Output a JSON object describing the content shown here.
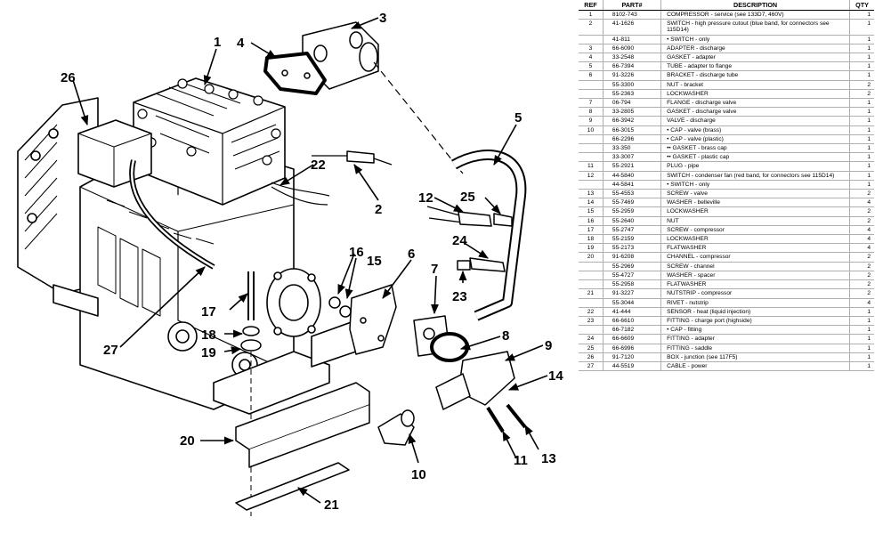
{
  "table": {
    "headers": {
      "ref": "REF",
      "part": "PART#",
      "desc": "DESCRIPTION",
      "qty": "QTY"
    },
    "rows": [
      {
        "ref": "1",
        "part": "8102-743",
        "desc": "COMPRESSOR - service (see 133D7, 460V)",
        "qty": "1"
      },
      {
        "ref": "2",
        "part": "41-1626",
        "desc": "SWITCH - high pressure cutout (blue band, for connectors see 115D14)",
        "qty": "1"
      },
      {
        "ref": "",
        "part": "41-811",
        "desc": "• SWITCH - only",
        "qty": "1"
      },
      {
        "ref": "3",
        "part": "66-6090",
        "desc": "ADAPTER - discharge",
        "qty": "1"
      },
      {
        "ref": "4",
        "part": "33-2548",
        "desc": "GASKET - adapter",
        "qty": "1"
      },
      {
        "ref": "5",
        "part": "66-7394",
        "desc": "TUBE - adapter to flange",
        "qty": "1"
      },
      {
        "ref": "6",
        "part": "91-3226",
        "desc": "BRACKET - discharge tube",
        "qty": "1"
      },
      {
        "ref": "",
        "part": "55-3300",
        "desc": "NUT - bracket",
        "qty": "2"
      },
      {
        "ref": "",
        "part": "55-2363",
        "desc": "LOCKWASHER",
        "qty": "2"
      },
      {
        "ref": "7",
        "part": "06-794",
        "desc": "FLANGE - discharge valve",
        "qty": "1"
      },
      {
        "ref": "8",
        "part": "33-2805",
        "desc": "GASKET - discharge valve",
        "qty": "1"
      },
      {
        "ref": "9",
        "part": "66-3942",
        "desc": "VALVE - discharge",
        "qty": "1"
      },
      {
        "ref": "10",
        "part": "66-3015",
        "desc": "• CAP - valve (brass)",
        "qty": "1"
      },
      {
        "ref": "",
        "part": "66-2296",
        "desc": "• CAP - valve (plastic)",
        "qty": "1"
      },
      {
        "ref": "",
        "part": "33-350",
        "desc": "•• GASKET - brass cap",
        "qty": "1"
      },
      {
        "ref": "",
        "part": "33-3007",
        "desc": "•• GASKET - plastic cap",
        "qty": "1"
      },
      {
        "ref": "11",
        "part": "55-2921",
        "desc": "PLUG - pipe",
        "qty": "1"
      },
      {
        "ref": "12",
        "part": "44-5840",
        "desc": "SWITCH - condenser fan (red band, for connectors see 115D14)",
        "qty": "1"
      },
      {
        "ref": "",
        "part": "44-5841",
        "desc": "• SWITCH - only",
        "qty": "1"
      },
      {
        "ref": "13",
        "part": "55-4553",
        "desc": "SCREW - valve",
        "qty": "2"
      },
      {
        "ref": "14",
        "part": "55-7469",
        "desc": "WASHER - belleville",
        "qty": "4"
      },
      {
        "ref": "15",
        "part": "55-2959",
        "desc": "LOCKWASHER",
        "qty": "2"
      },
      {
        "ref": "16",
        "part": "55-2640",
        "desc": "NUT",
        "qty": "2"
      },
      {
        "ref": "17",
        "part": "55-2747",
        "desc": "SCREW - compressor",
        "qty": "4"
      },
      {
        "ref": "18",
        "part": "55-2159",
        "desc": "LOCKWASHER",
        "qty": "4"
      },
      {
        "ref": "19",
        "part": "55-2173",
        "desc": "FLATWASHER",
        "qty": "4"
      },
      {
        "ref": "20",
        "part": "91-6208",
        "desc": "CHANNEL - compressor",
        "qty": "2"
      },
      {
        "ref": "",
        "part": "55-2969",
        "desc": "SCREW - channel",
        "qty": "2"
      },
      {
        "ref": "",
        "part": "55-4727",
        "desc": "WASHER - spacer",
        "qty": "2"
      },
      {
        "ref": "",
        "part": "55-2958",
        "desc": "FLATWASHER",
        "qty": "2"
      },
      {
        "ref": "21",
        "part": "91-3227",
        "desc": "NUTSTRIP - compressor",
        "qty": "2"
      },
      {
        "ref": "",
        "part": "55-3044",
        "desc": "RIVET - nutstrip",
        "qty": "4"
      },
      {
        "ref": "22",
        "part": "41-444",
        "desc": "SENSOR - heat (liquid injection)",
        "qty": "1"
      },
      {
        "ref": "23",
        "part": "66-6610",
        "desc": "FITTING - charge port (highside)",
        "qty": "1"
      },
      {
        "ref": "",
        "part": "66-7182",
        "desc": "• CAP - fitting",
        "qty": "1"
      },
      {
        "ref": "24",
        "part": "66-6609",
        "desc": "FITTING - adapter",
        "qty": "1"
      },
      {
        "ref": "25",
        "part": "66-6996",
        "desc": "FITTING - saddle",
        "qty": "1"
      },
      {
        "ref": "26",
        "part": "91-7120",
        "desc": "BOX - junction (see 117F5)",
        "qty": "1"
      },
      {
        "ref": "27",
        "part": "44-5519",
        "desc": "CABLE - power",
        "qty": "1"
      }
    ]
  },
  "callouts": [
    "1",
    "2",
    "3",
    "4",
    "5",
    "6",
    "7",
    "8",
    "9",
    "10",
    "11",
    "12",
    "13",
    "14",
    "15",
    "16",
    "17",
    "18",
    "19",
    "20",
    "21",
    "22",
    "23",
    "24",
    "25",
    "26",
    "27"
  ]
}
